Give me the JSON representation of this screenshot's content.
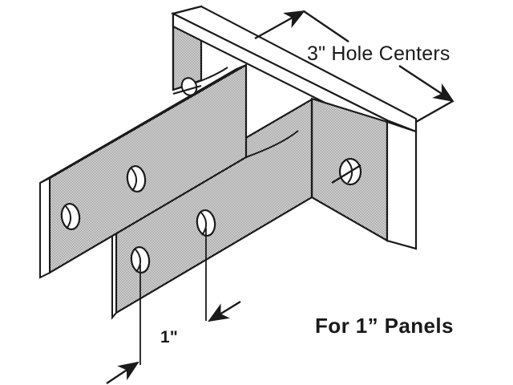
{
  "drawing": {
    "title": "Isometric panel mounting bracket",
    "background_color": "#ffffff",
    "line_color": "#1a1a1a",
    "fill_shade_color": "#b9b9b9",
    "fill_edge_color": "#ffffff",
    "view": "isometric"
  },
  "annotations": {
    "hole_centers": {
      "text": "3\" Hole Centers",
      "value": "3\"",
      "description": "Hole Centers",
      "dimension_style": "double-arrow",
      "position": "top-right"
    },
    "panel_thickness": {
      "text": "For 1” Panels",
      "value": "1”",
      "description": "For Panels",
      "position": "bottom-right",
      "weight": "bold"
    },
    "gap_dimension": {
      "text": "1\"",
      "value": "1\"",
      "dimension_style": "double-arrow-inward",
      "position": "bottom-center"
    }
  },
  "features": {
    "plates": [
      {
        "name": "rear-vertical-plate",
        "shading": "stipple"
      },
      {
        "name": "top-horizontal-plate",
        "shading": "stipple"
      },
      {
        "name": "front-left-leg-plate",
        "shading": "stipple"
      },
      {
        "name": "front-right-leg-plate",
        "shading": "stipple"
      },
      {
        "name": "right-end-plate",
        "shading": "stipple"
      }
    ],
    "holes": [
      {
        "name": "hole-left-plate-lower",
        "type": "countersunk"
      },
      {
        "name": "hole-left-plate-upper",
        "type": "countersunk"
      },
      {
        "name": "hole-front-plate-lower",
        "type": "countersunk"
      },
      {
        "name": "hole-front-plate-upper",
        "type": "countersunk"
      },
      {
        "name": "hole-right-end-plate",
        "type": "countersunk"
      },
      {
        "name": "hole-rear-plate",
        "type": "countersunk"
      }
    ],
    "hole_count": 6
  }
}
